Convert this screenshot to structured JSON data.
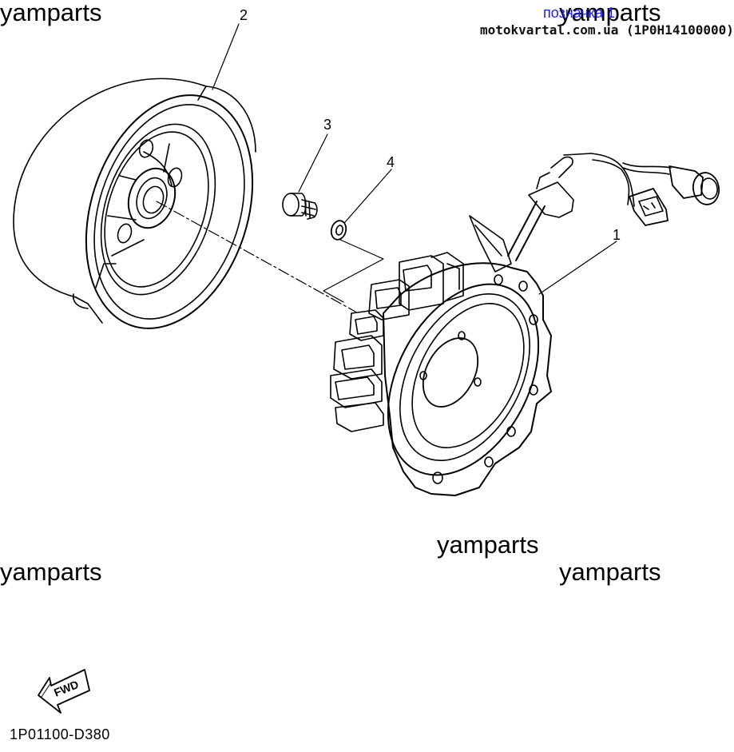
{
  "watermarks": [
    "yamparts",
    "yamparts",
    "yamparts",
    "yamparts",
    "yamparts"
  ],
  "overlay_link": "позначка 1",
  "source_label": "motokvartal.com.ua (1P0H14100000)",
  "callouts": [
    "1",
    "2",
    "3",
    "4"
  ],
  "fwd_label": "FWD",
  "diagram_code": "1P01100-D380",
  "parts": {
    "p1": "stator-assembly",
    "p2": "rotor-flywheel",
    "p3": "screw",
    "p4": "washer"
  },
  "colors": {
    "line": "#000000",
    "link": "#1a1aff",
    "background": "#ffffff"
  }
}
